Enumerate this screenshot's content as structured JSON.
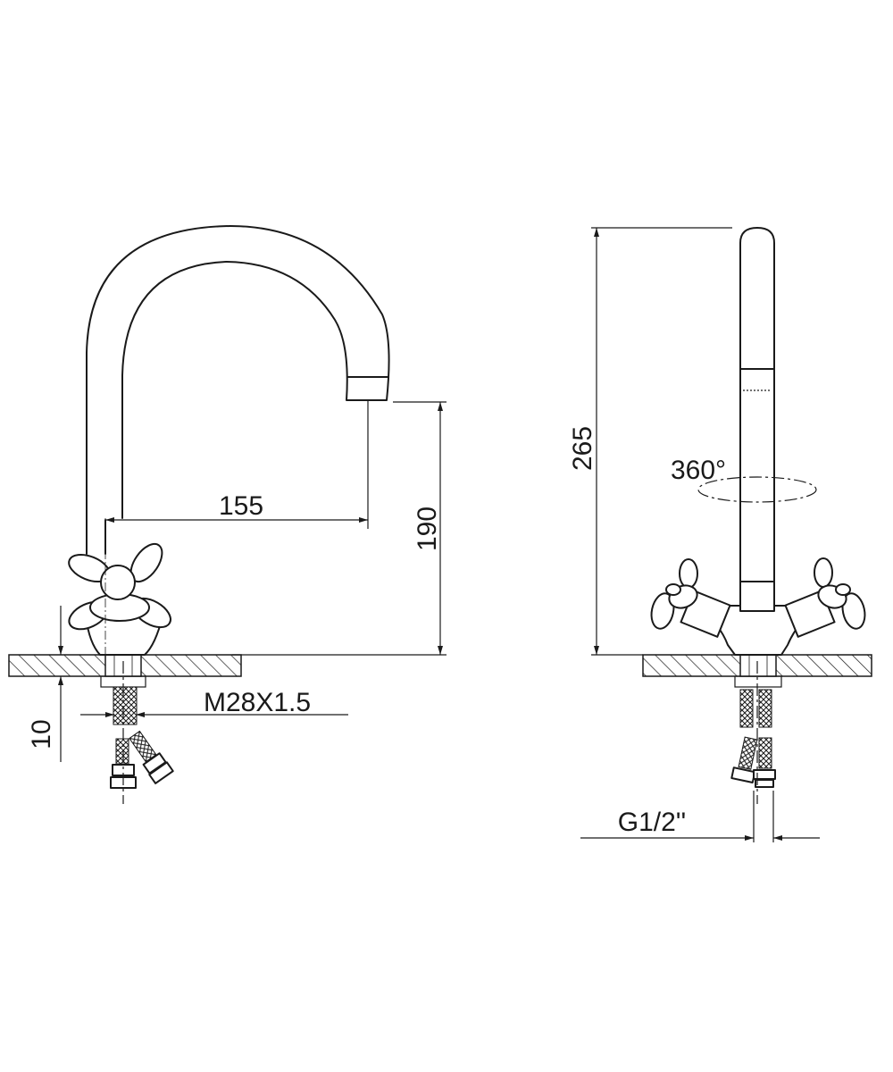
{
  "dimensions": {
    "spout_reach": "155",
    "spout_height": "190",
    "total_height": "265",
    "deck_thickness": "10",
    "mount_thread": "M28X1.5",
    "hose_connection": "G1/2''",
    "rotation": "360°"
  }
}
